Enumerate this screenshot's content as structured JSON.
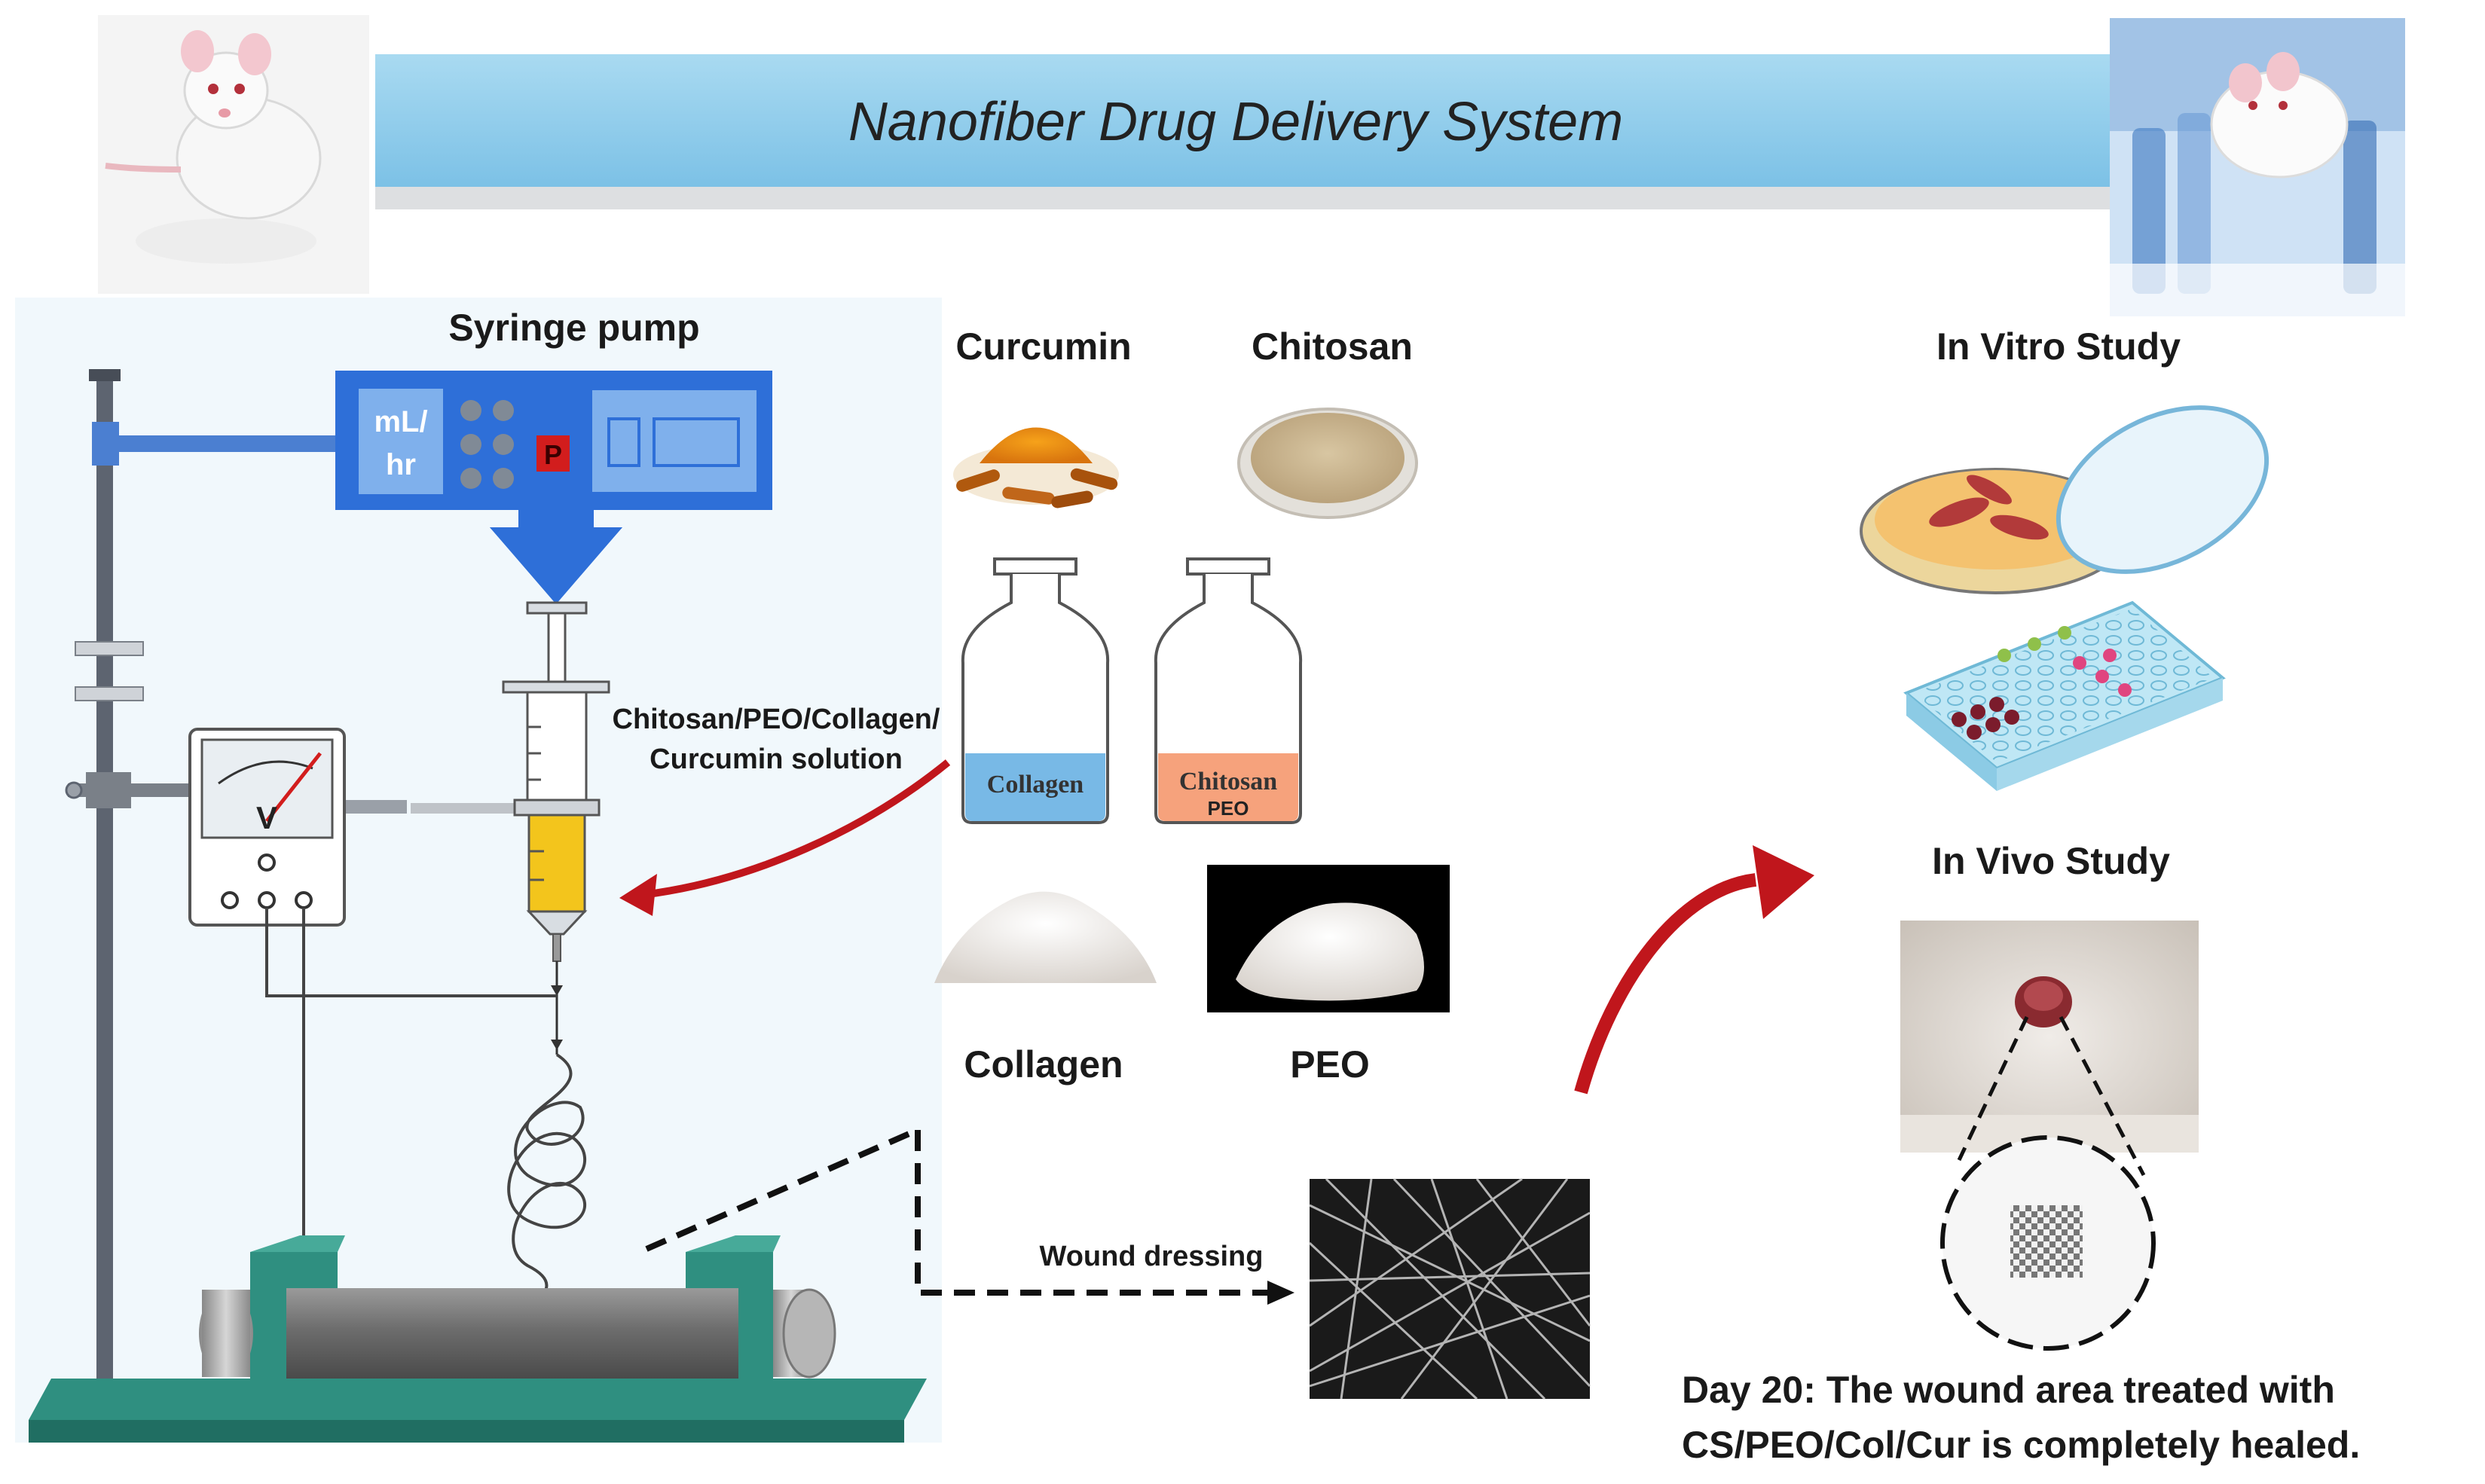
{
  "title": "Nanofiber Drug Delivery System",
  "device": {
    "label": "Syringe pump",
    "pump_unit_top": "mL/",
    "pump_unit_bottom": "hr",
    "pump_button": "P",
    "voltmeter_symbol": "V",
    "solution_line1": "Chitosan/PEO/Collagen/",
    "solution_line2": "Curcumin solution",
    "dressing_label": "Wound dressing"
  },
  "materials": {
    "curcumin": "Curcumin",
    "chitosan": "Chitosan",
    "collagen": "Collagen",
    "peo": "PEO",
    "bottle_collagen": "Collagen",
    "bottle_chitosan": "Chitosan",
    "bottle_peo": "PEO"
  },
  "studies": {
    "in_vitro": "In Vitro Study",
    "in_vivo": "In Vivo Study",
    "result_line1": "Day 20: The wound area treated with",
    "result_line2": "CS/PEO/Col/Cur is completely healed."
  },
  "colors": {
    "banner": "#8fcdeb",
    "pump_blue": "#2e6fd8",
    "arrow_red": "#c0161c",
    "stand_green": "#2f8f80",
    "solution_yellow": "#f3c51c"
  }
}
